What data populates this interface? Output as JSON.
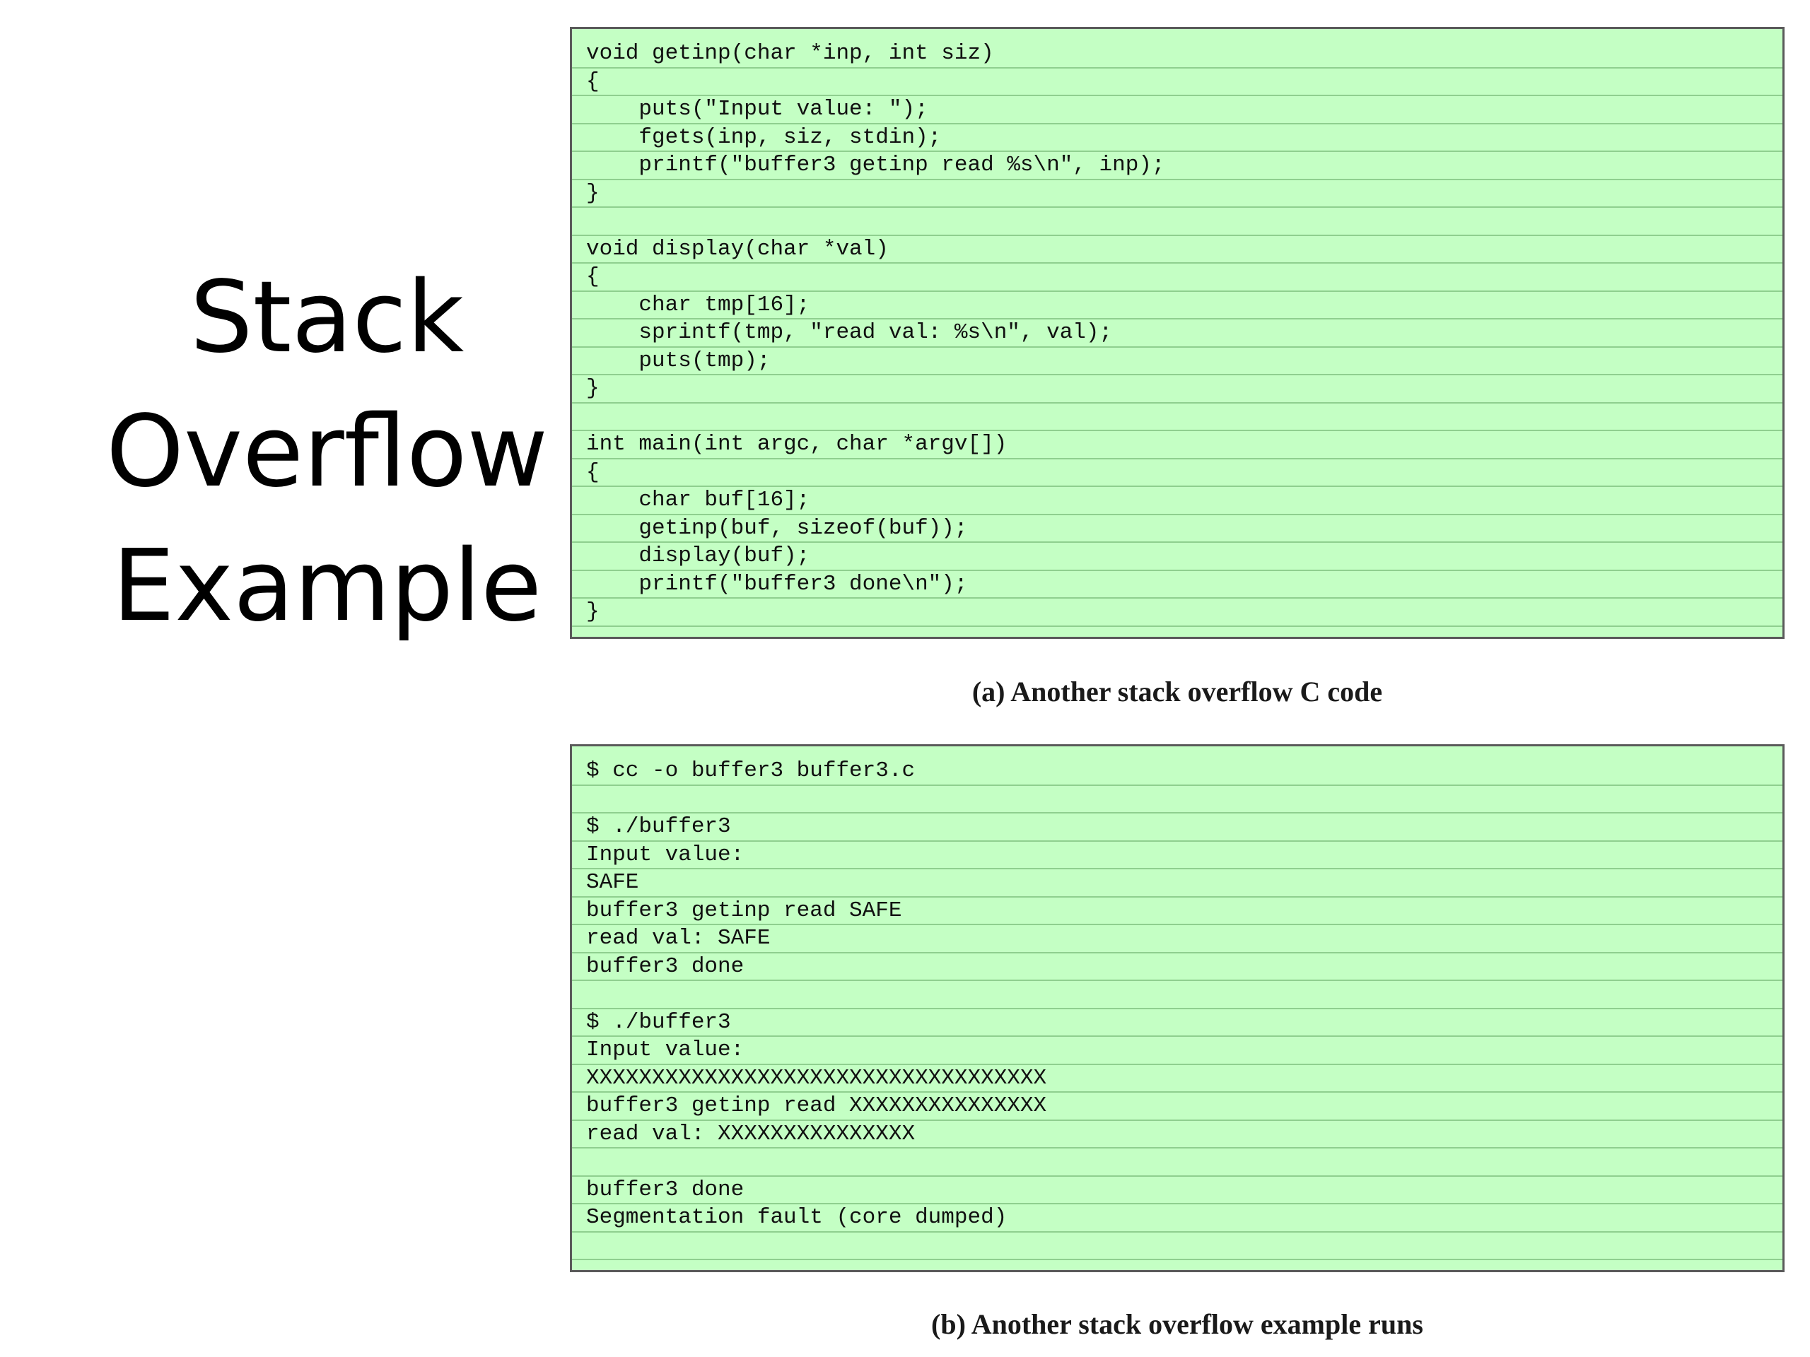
{
  "slide": {
    "title_lines": [
      "Stack",
      "Overflow",
      "Example"
    ]
  },
  "figure_a": {
    "code_lines": [
      "void getinp(char *inp, int siz)",
      "{",
      "    puts(\"Input value: \");",
      "    fgets(inp, siz, stdin);",
      "    printf(\"buffer3 getinp read %s\\n\", inp);",
      "}",
      "",
      "void display(char *val)",
      "{",
      "    char tmp[16];",
      "    sprintf(tmp, \"read val: %s\\n\", val);",
      "    puts(tmp);",
      "}",
      "",
      "int main(int argc, char *argv[])",
      "{",
      "    char buf[16];",
      "    getinp(buf, sizeof(buf));",
      "    display(buf);",
      "    printf(\"buffer3 done\\n\");",
      "}"
    ],
    "caption": "(a)  Another stack overflow C code"
  },
  "figure_b": {
    "code_lines": [
      "$ cc -o buffer3 buffer3.c",
      "",
      "$ ./buffer3",
      "Input value:",
      "SAFE",
      "buffer3 getinp read SAFE",
      "read val: SAFE",
      "buffer3 done",
      "",
      "$ ./buffer3",
      "Input value:",
      "XXXXXXXXXXXXXXXXXXXXXXXXXXXXXXXXXXX",
      "buffer3 getinp read XXXXXXXXXXXXXXX",
      "read val: XXXXXXXXXXXXXXX",
      "",
      "buffer3 done",
      "Segmentation fault (core dumped)",
      ""
    ],
    "caption": "(b) Another stack overflow example runs"
  }
}
